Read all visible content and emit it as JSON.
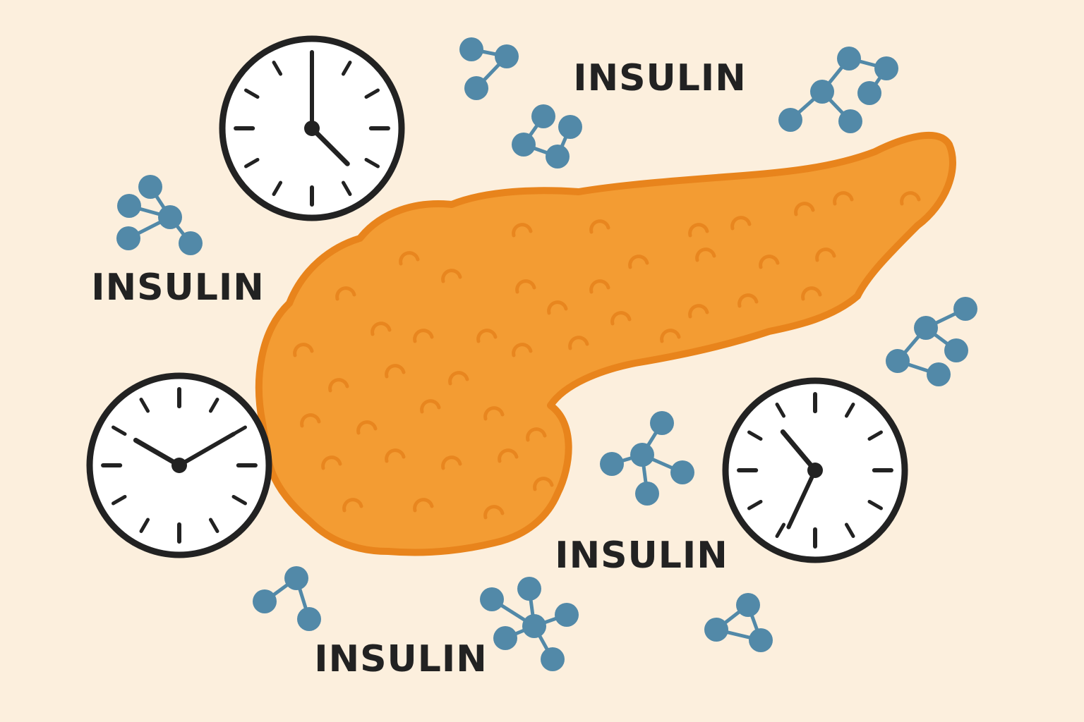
{
  "labels": {
    "top": "INSULIN",
    "left": "INSULIN",
    "right_bottom": "INSULIN",
    "bottom": "INSULIN"
  },
  "icons": {
    "organ": "pancreas-illustration",
    "clock": "clock-icon",
    "molecule": "molecule-icon"
  },
  "colors": {
    "background": "#fcefdd",
    "pancreas_fill": "#f39c33",
    "pancreas_outline": "#e8841c",
    "molecule": "#5289a8",
    "clock_outline": "#222222",
    "text": "#222222"
  }
}
